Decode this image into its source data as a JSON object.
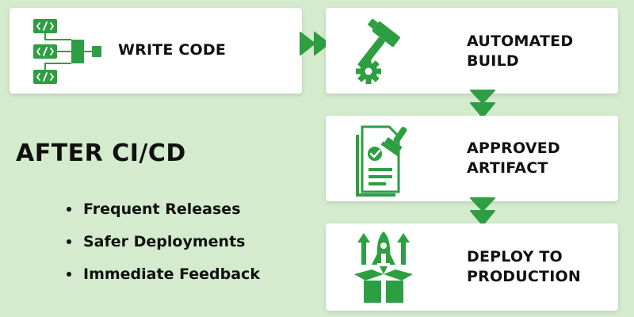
{
  "colors": {
    "background": "#d4ebcd",
    "card": "#ffffff",
    "accent": "#2e9e43",
    "text": "#111111"
  },
  "steps": [
    {
      "label": "WRITE CODE",
      "icon": "code-tree-icon"
    },
    {
      "label": "AUTOMATED BUILD",
      "icon": "hammer-gear-icon"
    },
    {
      "label": "APPROVED ARTIFACT",
      "icon": "stamped-document-icon"
    },
    {
      "label": "DEPLOY TO PRODUCTION",
      "icon": "rocket-box-icon"
    }
  ],
  "heading": "AFTER CI/CD",
  "benefits": [
    "Frequent Releases",
    "Safer Deployments",
    "Immediate Feedback"
  ]
}
